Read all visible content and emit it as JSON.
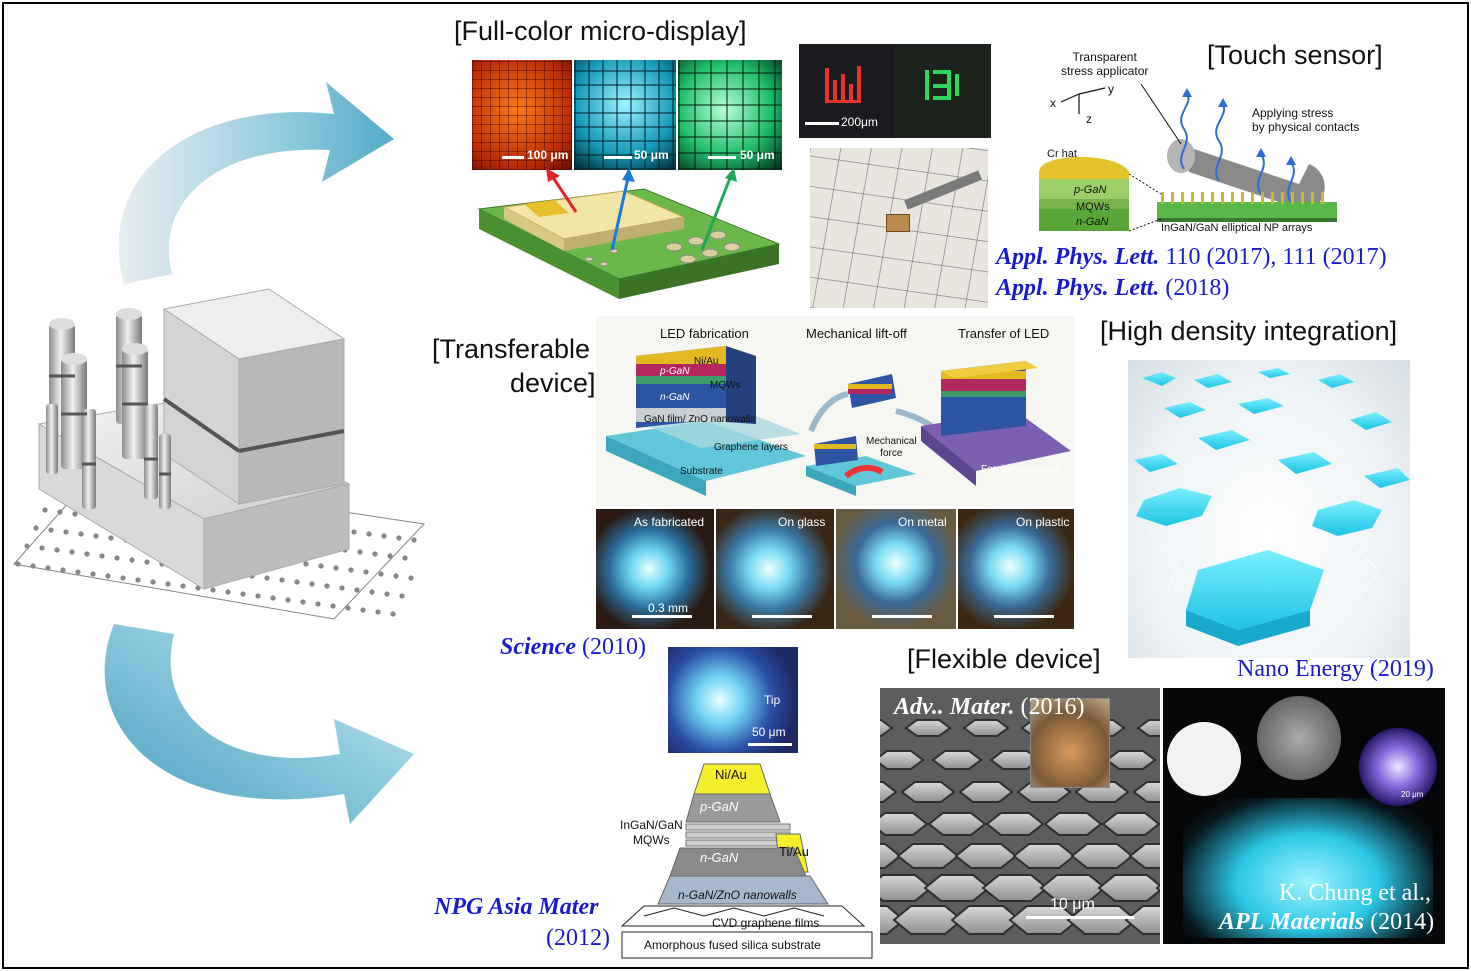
{
  "titles": {
    "full_color": "[Full-color micro-display]",
    "touch": "[Touch sensor]",
    "transferable_1": "[Transferable",
    "transferable_2": "device]",
    "high_density": "[High density integration]",
    "flexible": "[Flexible device]"
  },
  "citations": {
    "apl1_journal": "Appl. Phys. Lett.",
    "apl1_rest": " 110 (2017), 111 (2017)",
    "apl2_journal": "Appl. Phys. Lett.",
    "apl2_rest": " (2018)",
    "science_journal": "Science",
    "science_rest": " (2010)",
    "nano_energy": "Nano Energy (2019)",
    "npg_journal": "NPG Asia Mater",
    "npg_year": "(2012)",
    "adv_journal": "Adv.. Mater.",
    "adv_rest": " (2016)",
    "chung_line1": "K. Chung et al.,",
    "chung_journal": "APL Materials",
    "chung_rest": " (2014)"
  },
  "micro_display": {
    "scale_red": "100 μm",
    "scale_blue": "50 μm",
    "scale_green": "50 μm",
    "scale_letters": "200μm"
  },
  "touch_sensor": {
    "applicator": "Transparent\nstress applicator",
    "axis_x": "x",
    "axis_y": "y",
    "axis_z": "z",
    "applying": "Applying stress\nby physical contacts",
    "cr_hat": "Cr hat",
    "pgan": "p-GaN",
    "mqws": "MQWs",
    "ngan": "n-GaN",
    "np_arrays": "InGaN/GaN elliptical NP arrays"
  },
  "transfer": {
    "led_fab": "LED fabrication",
    "liftoff": "Mechanical lift-off",
    "transfer_led": "Transfer of LED",
    "niau": "Ni/Au",
    "pgan": "p-GaN",
    "mqws": "MQWs",
    "ngan": "n-GaN",
    "gan_film": "GaN film/ ZnO nanowalls",
    "graphene": "Graphene layers",
    "substrate": "Substrate",
    "mech_force": "Mechanical\nforce",
    "foreign": "Foreign substrate",
    "photos": [
      "As fabricated",
      "On glass",
      "On metal",
      "On plastic"
    ],
    "scale": "0.3 mm"
  },
  "npg_stack": {
    "tip": "Tip",
    "scale": "50 μm",
    "niau": "Ni/Au",
    "pgan": "p-GaN",
    "ingan": "InGaN/GaN\nMQWs",
    "ngan": "n-GaN",
    "tiau": "Ti/Au",
    "nanowalls": "n-GaN/ZnO nanowalls",
    "graphene": "CVD graphene films",
    "silica": "Amorphous  fused silica substrate"
  },
  "flexible": {
    "scale": "10 μm",
    "inset_scale": "20 μm"
  },
  "colors": {
    "arrow": "#5ab3cf",
    "cite_blue": "#1a1ad0",
    "cyan": "#35d8f2"
  }
}
